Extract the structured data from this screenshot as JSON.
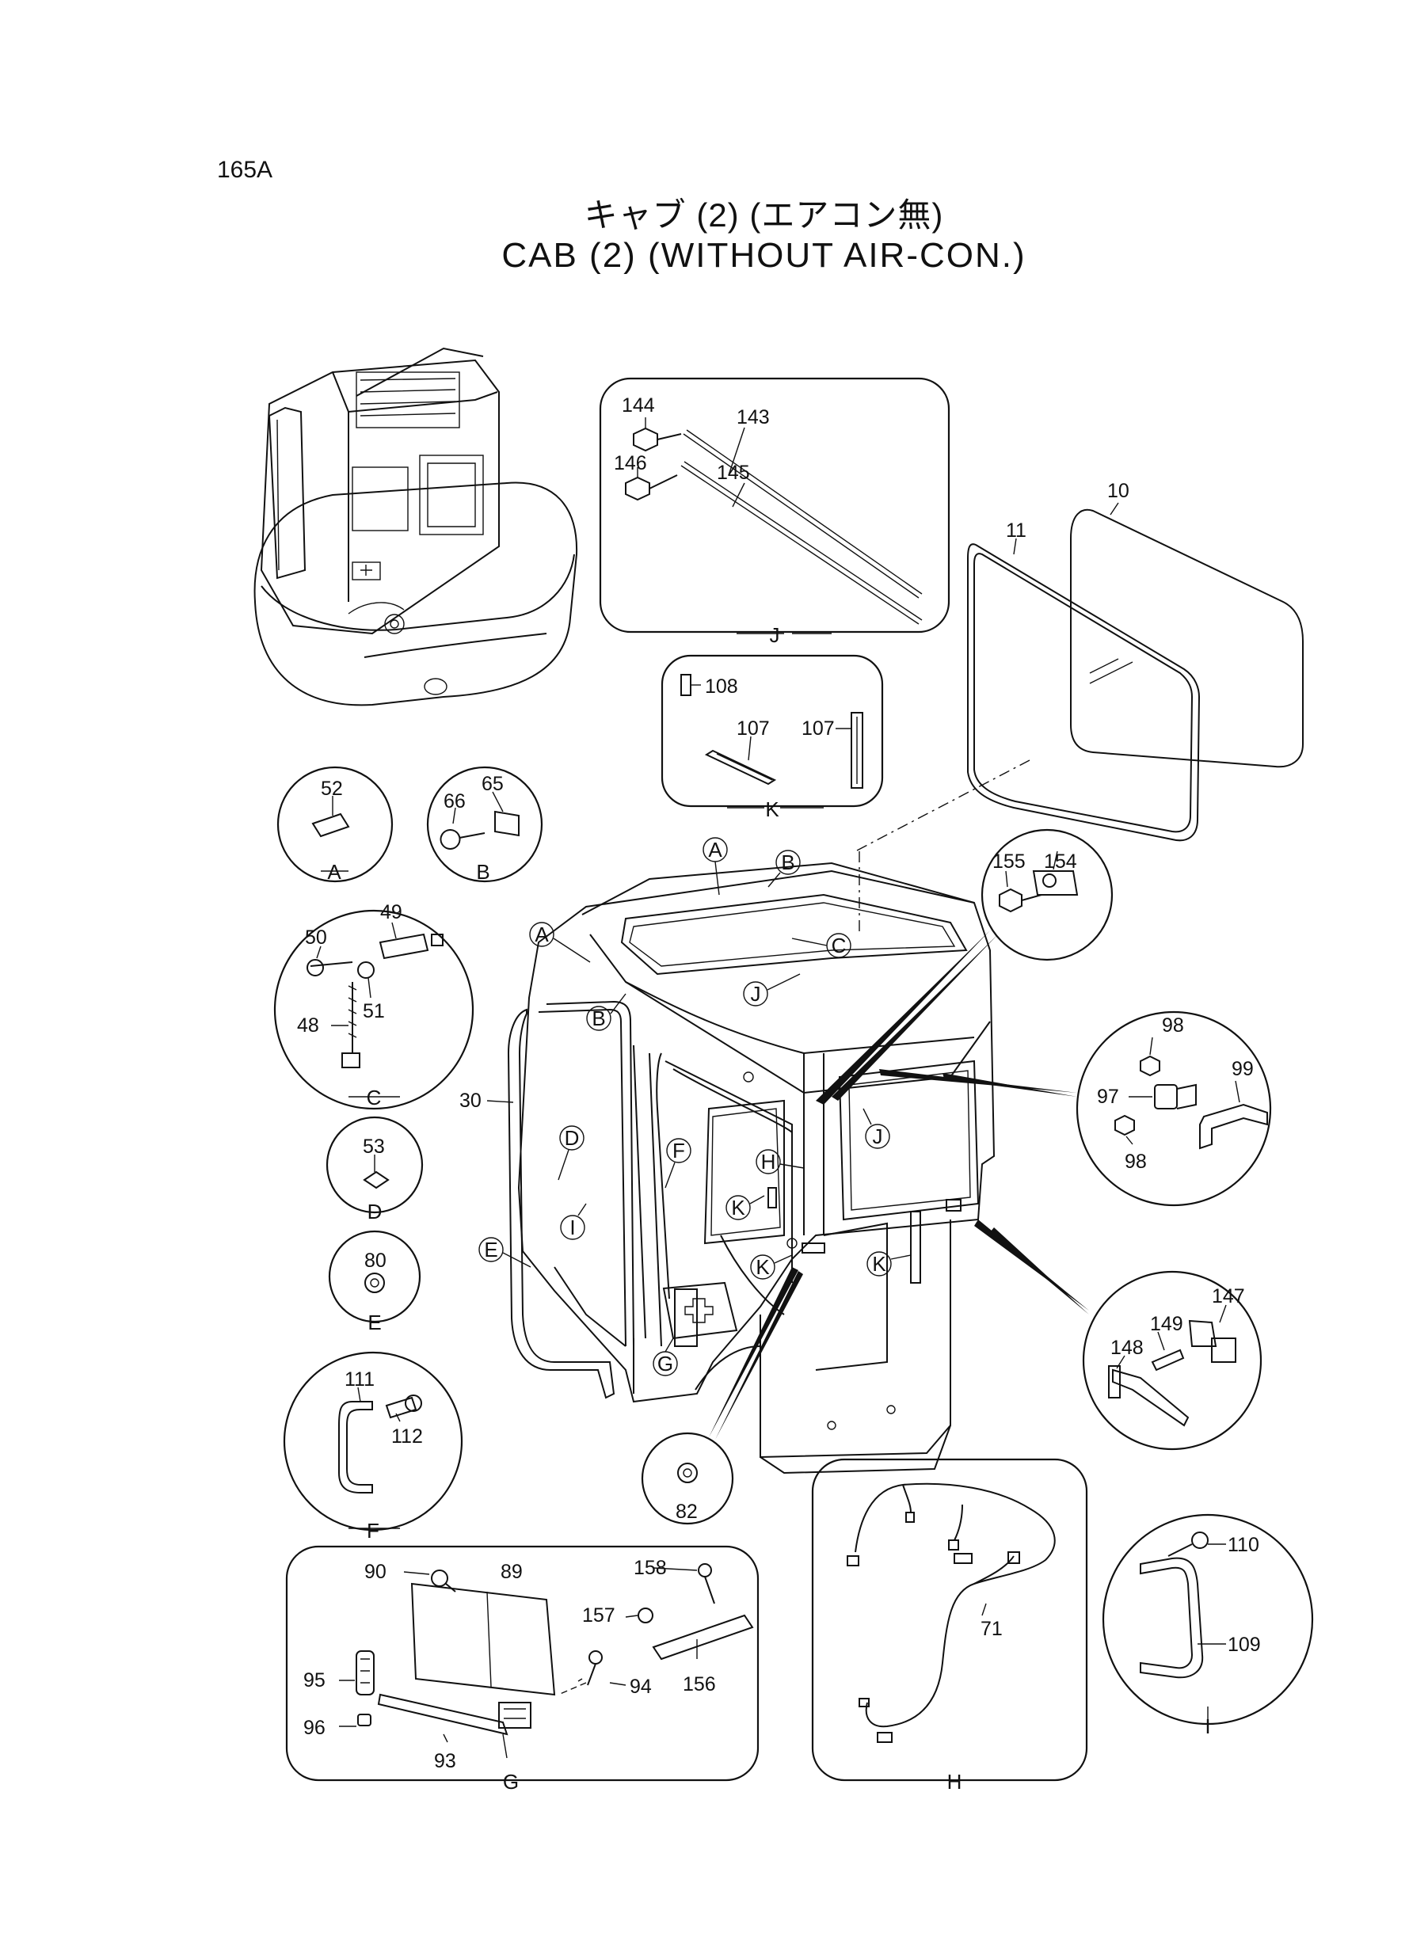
{
  "header": {
    "page_code": "165A",
    "title_jp": "キャブ (2) (エアコン無)",
    "title_en": "CAB (2) (WITHOUT  AIR-CON.)"
  },
  "detail_labels": {
    "A": "A",
    "B": "B",
    "C": "C",
    "D": "D",
    "E": "E",
    "F": "F",
    "G": "G",
    "H": "H",
    "I": "I",
    "J": "J",
    "K": "K"
  },
  "parts": {
    "p10": "10",
    "p11": "11",
    "p30": "30",
    "p48": "48",
    "p49": "49",
    "p50": "50",
    "p51": "51",
    "p52": "52",
    "p53": "53",
    "p65": "65",
    "p66": "66",
    "p71": "71",
    "p80": "80",
    "p82": "82",
    "p89": "89",
    "p90": "90",
    "p93": "93",
    "p94": "94",
    "p95": "95",
    "p96": "96",
    "p97": "97",
    "p98a": "98",
    "p98b": "98",
    "p99": "99",
    "p107a": "107",
    "p107b": "107",
    "p108": "108",
    "p109": "109",
    "p110": "110",
    "p111": "111",
    "p112": "112",
    "p143": "143",
    "p144": "144",
    "p145": "145",
    "p146": "146",
    "p147": "147",
    "p148": "148",
    "p149": "149",
    "p154": "154",
    "p155": "155",
    "p156": "156",
    "p157": "157",
    "p158": "158"
  }
}
